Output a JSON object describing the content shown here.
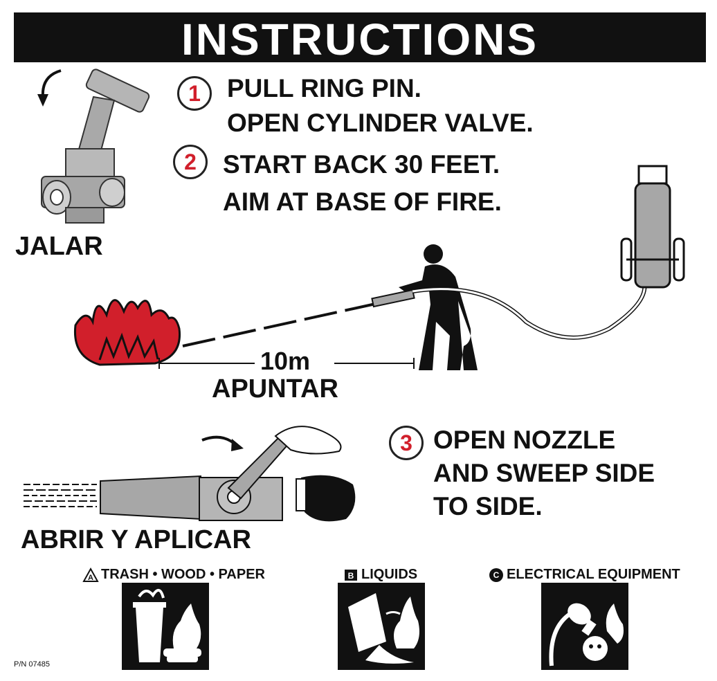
{
  "header": {
    "title": "INSTRUCTIONS"
  },
  "steps": [
    {
      "number": "1",
      "line1": "PULL RING PIN.",
      "line2": "OPEN CYLINDER VALVE."
    },
    {
      "number": "2",
      "line1": "START BACK 30 FEET.",
      "line2": "AIM AT BASE OF FIRE."
    },
    {
      "number": "3",
      "line1": "OPEN NOZZLE",
      "line2": "AND SWEEP SIDE",
      "line3": "TO SIDE."
    }
  ],
  "labels": {
    "jalar": "JALAR",
    "distance": "10m",
    "apuntar": "APUNTAR",
    "abrir": "ABRIR Y APLICAR"
  },
  "fire_classes": [
    {
      "letter": "A",
      "text": "TRASH • WOOD • PAPER",
      "symbol": "triangle-icon"
    },
    {
      "letter": "B",
      "text": "LIQUIDS",
      "symbol": "square-icon"
    },
    {
      "letter": "C",
      "text": "ELECTRICAL EQUIPMENT",
      "symbol": "circle-icon"
    }
  ],
  "part_number": "P/N 07485",
  "colors": {
    "fire_red": "#d11f2b",
    "ink": "#111111",
    "metal": "#a7a7a7"
  }
}
